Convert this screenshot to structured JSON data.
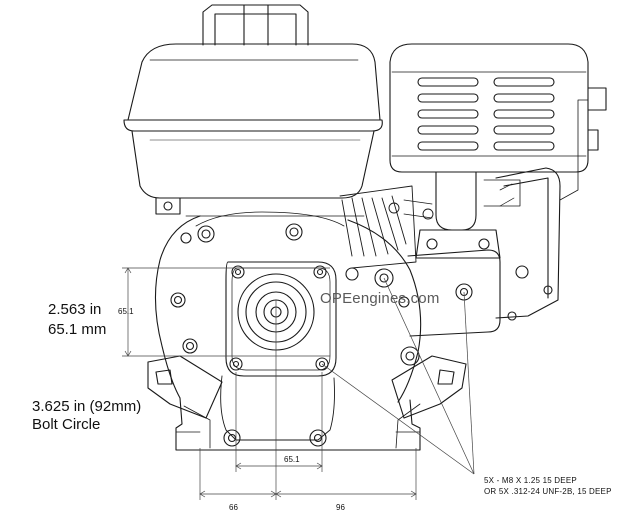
{
  "annotations": {
    "pilot_dim_in": "2.563 in",
    "pilot_dim_mm": "65.1 mm",
    "bolt_circle_line1": "3.625 in (92mm)",
    "bolt_circle_line2": "Bolt Circle",
    "watermark": "OPEengines.com",
    "note_line1": "5X - M8 X 1.25 15 DEEP",
    "note_line2": "OR 5X .312-24 UNF-2B, 15 DEEP"
  },
  "dimensions": {
    "vertical_label": "65.1",
    "horizontal_label": "65.1",
    "left_offset_label": "66",
    "right_offset_label": "96"
  },
  "colors": {
    "line": "#1a1a1a",
    "dim_line": "#444444",
    "background": "#ffffff",
    "watermark": "#5a5a5a"
  }
}
